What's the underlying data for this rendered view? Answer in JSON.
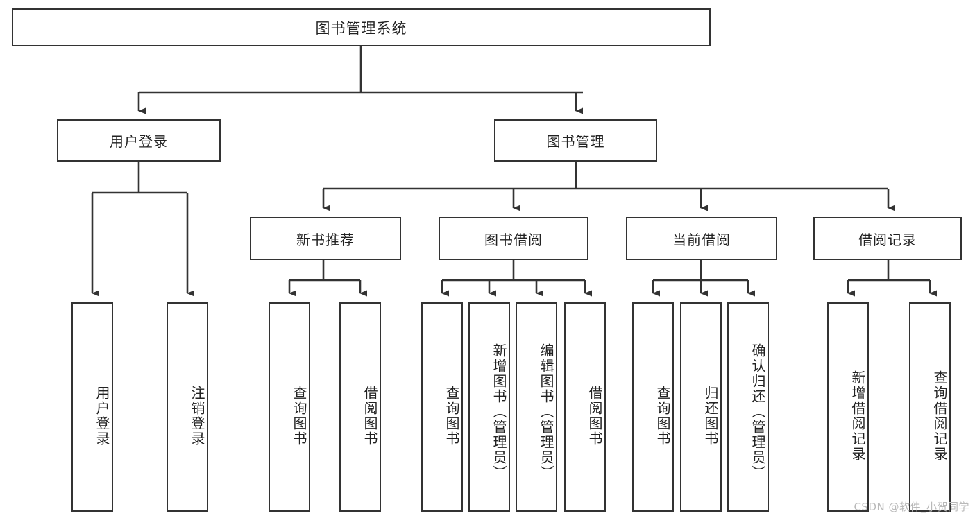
{
  "diagram": {
    "type": "tree",
    "title": "图书管理系统",
    "watermark": "CSDN @软件_小贺同学",
    "colors": {
      "border": "#333333",
      "box_fill": "#ffffff",
      "text": "#222222",
      "watermark": "#b9b9b9",
      "background": "#ffffff"
    },
    "levels": {
      "root": {
        "label": "图书管理系统"
      },
      "level2": [
        {
          "label": "用户登录"
        },
        {
          "label": "图书管理"
        }
      ],
      "level3": [
        {
          "label": "新书推荐"
        },
        {
          "label": "图书借阅"
        },
        {
          "label": "当前借阅"
        },
        {
          "label": "借阅记录"
        }
      ],
      "level4": [
        {
          "label": "用户登录",
          "parent": "用户登录"
        },
        {
          "label": "注销登录",
          "parent": "用户登录"
        },
        {
          "label": "查询图书",
          "parent": "新书推荐"
        },
        {
          "label": "借阅图书",
          "parent": "新书推荐"
        },
        {
          "label": "查询图书",
          "parent": "图书借阅"
        },
        {
          "label": "新增图书（管理员）",
          "parent": "图书借阅"
        },
        {
          "label": "编辑图书（管理员）",
          "parent": "图书借阅"
        },
        {
          "label": "借阅图书",
          "parent": "图书借阅"
        },
        {
          "label": "查询图书",
          "parent": "当前借阅"
        },
        {
          "label": "归还图书",
          "parent": "当前借阅"
        },
        {
          "label": "确认归还（管理员）",
          "parent": "当前借阅"
        },
        {
          "label": "新增借阅记录",
          "parent": "借阅记录"
        },
        {
          "label": "查询借阅记录",
          "parent": "借阅记录"
        }
      ]
    }
  }
}
